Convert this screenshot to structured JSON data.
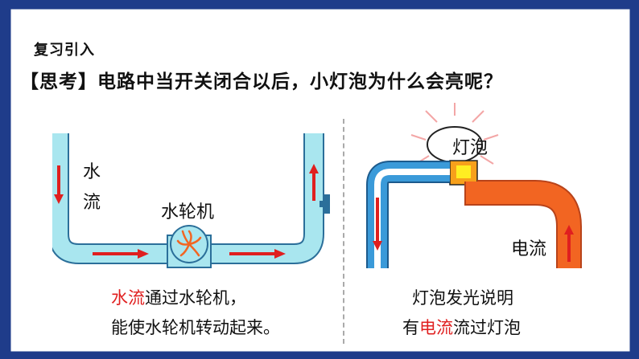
{
  "slide": {
    "section_title": "复习引入",
    "question": "【思考】电路中当开关闭合以后，小灯泡为什么会亮呢？"
  },
  "left_figure": {
    "label_water_1": "水",
    "label_water_2": "流",
    "label_turbine": "水轮机",
    "caption_line1_highlight": "水流",
    "caption_line1_rest": "通过水轮机，",
    "caption_line2": "能使水轮机转动起来。"
  },
  "right_figure": {
    "label_bulb": "灯泡",
    "label_current": "电流",
    "caption_line1": "灯泡发光说明",
    "caption_line2_pre": "有",
    "caption_line2_highlight": "电流",
    "caption_line2_post": "流过灯泡"
  },
  "colors": {
    "background_frame": "#1f3c8a",
    "pipe_fill": "#a9e6ef",
    "pipe_edge": "#2b6f9a",
    "flow_arrow": "#e01f1f",
    "wire_blue": "#3a9ad9",
    "wire_orange": "#f26522",
    "bulb_socket": "#f7a01b",
    "highlight_text": "#e01f1f"
  },
  "icons": [
    "turbine-icon",
    "valve-icon",
    "light-bulb-icon",
    "flow-arrow-icon"
  ]
}
